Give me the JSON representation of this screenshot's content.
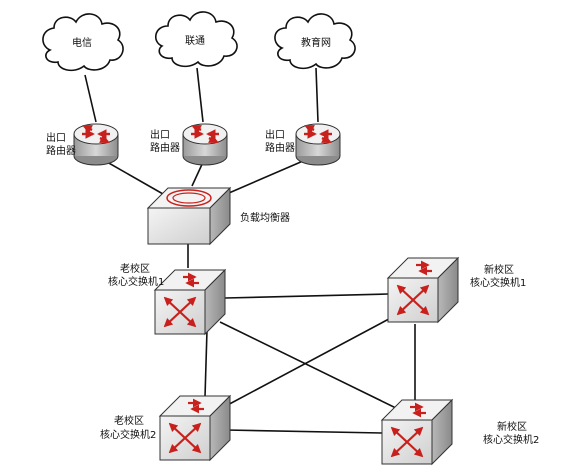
{
  "clouds": [
    {
      "label": "电信"
    },
    {
      "label": "联通"
    },
    {
      "label": "教育网"
    }
  ],
  "routers": [
    {
      "label_line1": "出口",
      "label_line2": "路由器"
    },
    {
      "label_line1": "出口",
      "label_line2": "路由器"
    },
    {
      "label_line1": "出口",
      "label_line2": "路由器"
    }
  ],
  "load_balancer": {
    "label": "负载均衡器"
  },
  "switches": [
    {
      "label_line1": "老校区",
      "label_line2": "核心交换机1"
    },
    {
      "label_line1": "新校区",
      "label_line2": "核心交换机1"
    },
    {
      "label_line1": "老校区",
      "label_line2": "核心交换机2"
    },
    {
      "label_line1": "新校区",
      "label_line2": "核心交换机2"
    }
  ],
  "colors": {
    "arrow": "#c8201c",
    "line": "#111111",
    "device_top": "#f2f2f2",
    "device_side": "#d6d6d6"
  }
}
